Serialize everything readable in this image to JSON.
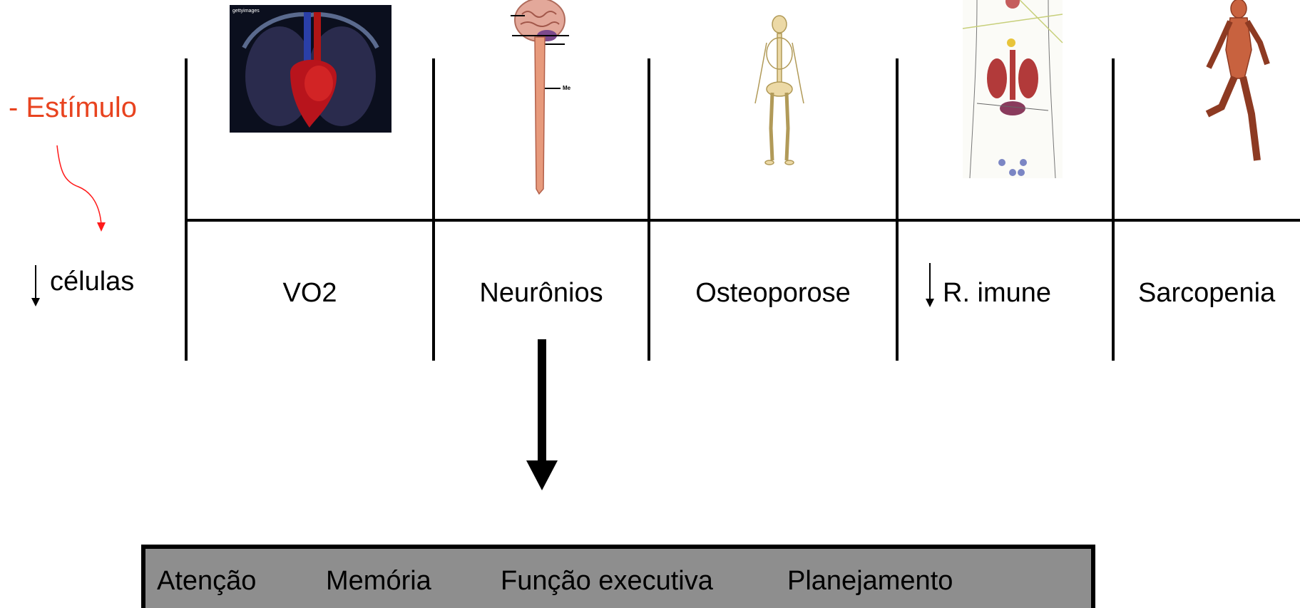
{
  "left_labels": {
    "stimulus": "- Estímulo",
    "cells": "células"
  },
  "columns": [
    {
      "label": "VO2",
      "image": "heart-lungs-illustration"
    },
    {
      "label": "Neurônios",
      "image": "brain-spinal-cord-illustration",
      "image_caption": "Me"
    },
    {
      "label": "Osteoporose",
      "image": "skeleton-illustration"
    },
    {
      "label": "R. imune",
      "image": "immune-organs-illustration"
    },
    {
      "label": "Sarcopenia",
      "image": "running-muscle-man-illustration"
    }
  ],
  "bottom_box": {
    "items": [
      "Atenção",
      "Memória",
      "Função executiva",
      "Planejamento"
    ]
  },
  "colors": {
    "stimulus_text": "#e8431f",
    "stimulus_arrow": "#ff1a1a",
    "box_fill": "#8e8e8e",
    "lines": "#000000"
  }
}
